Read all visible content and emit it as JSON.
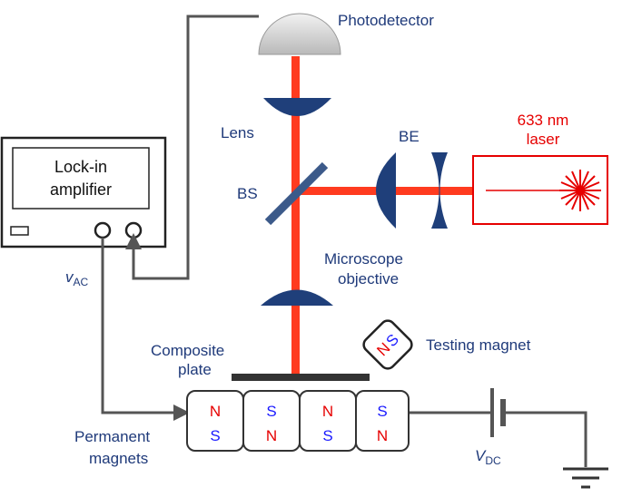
{
  "labels": {
    "photodetector": "Photodetector",
    "lens": "Lens",
    "be": "BE",
    "laser_line1": "633 nm",
    "laser_line2": "laser",
    "lockin_line1": "Lock-in",
    "lockin_line2": "amplifier",
    "bs": "BS",
    "microscope_line1": "Microscope",
    "microscope_line2": "objective",
    "v_ac_main": "v",
    "v_ac_sub": "AC",
    "composite_line1": "Composite",
    "composite_line2": "plate",
    "testing_magnet": "Testing magnet",
    "permanent_line1": "Permanent",
    "permanent_line2": "magnets",
    "v_dc_main": "V",
    "v_dc_sub": "DC"
  },
  "magnets": [
    {
      "top": "N",
      "bottom": "S"
    },
    {
      "top": "S",
      "bottom": "N"
    },
    {
      "top": "N",
      "bottom": "S"
    },
    {
      "top": "S",
      "bottom": "N"
    }
  ],
  "testing_magnet_poles": {
    "left": "N",
    "right": "S"
  },
  "colors": {
    "beam": "#ff3b1f",
    "optics": "#1f3f7a",
    "label": "#1f3a7a",
    "laser": "#e60000",
    "wire": "#555555",
    "north": "#e60000",
    "south": "#1a1aff"
  }
}
